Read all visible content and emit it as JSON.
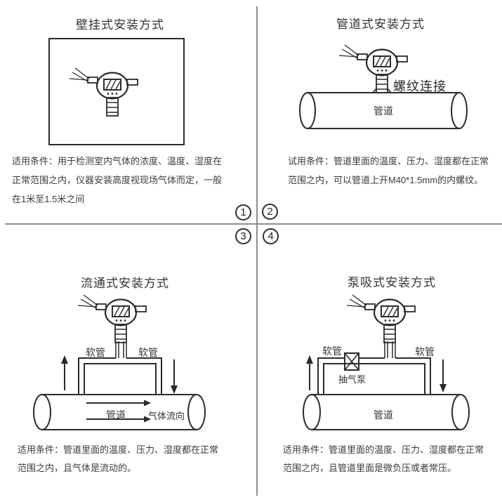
{
  "page": {
    "background": "#ffffff",
    "divider_color": "#8e8e8e",
    "ink_color": "#2b2b2b"
  },
  "markers": {
    "n1": "1",
    "n2": "2",
    "n3": "3",
    "n4": "4"
  },
  "q1": {
    "title": "壁挂式安装方式",
    "caption": [
      "适用条件：用于检测室内气体的浓度、温度、湿度在",
      "正常范围之内，仪器安装高度视现场气体而定，一般",
      "在1米至1.5米之间"
    ]
  },
  "q2": {
    "title": "管道式安装方式",
    "thread_label": "螺纹连接",
    "pipe_label": "管道",
    "caption": [
      "试用条件：管道里面的温度、压力、湿度都在正常",
      "范围之内，可以管道上开M40*1.5mm的内螺纹。"
    ]
  },
  "q3": {
    "title": "流通式安装方式",
    "hose_left": "软管",
    "hose_right": "软管",
    "pipe_label": "管道",
    "flow_label": "气体流向",
    "caption": [
      "适用条件：管道里面的温度、压力、湿度都在正常",
      "范围之内，且气体是流动的。"
    ]
  },
  "q4": {
    "title": "泵吸式安装方式",
    "hose_left": "软管",
    "hose_right": "软管",
    "pump_label": "抽气泵",
    "pipe_label": "管道",
    "caption": [
      "适用条件：管道里面的温度、压力、湿度都在正常",
      "范围之内，且管道里面是微负压或者常压。"
    ]
  }
}
